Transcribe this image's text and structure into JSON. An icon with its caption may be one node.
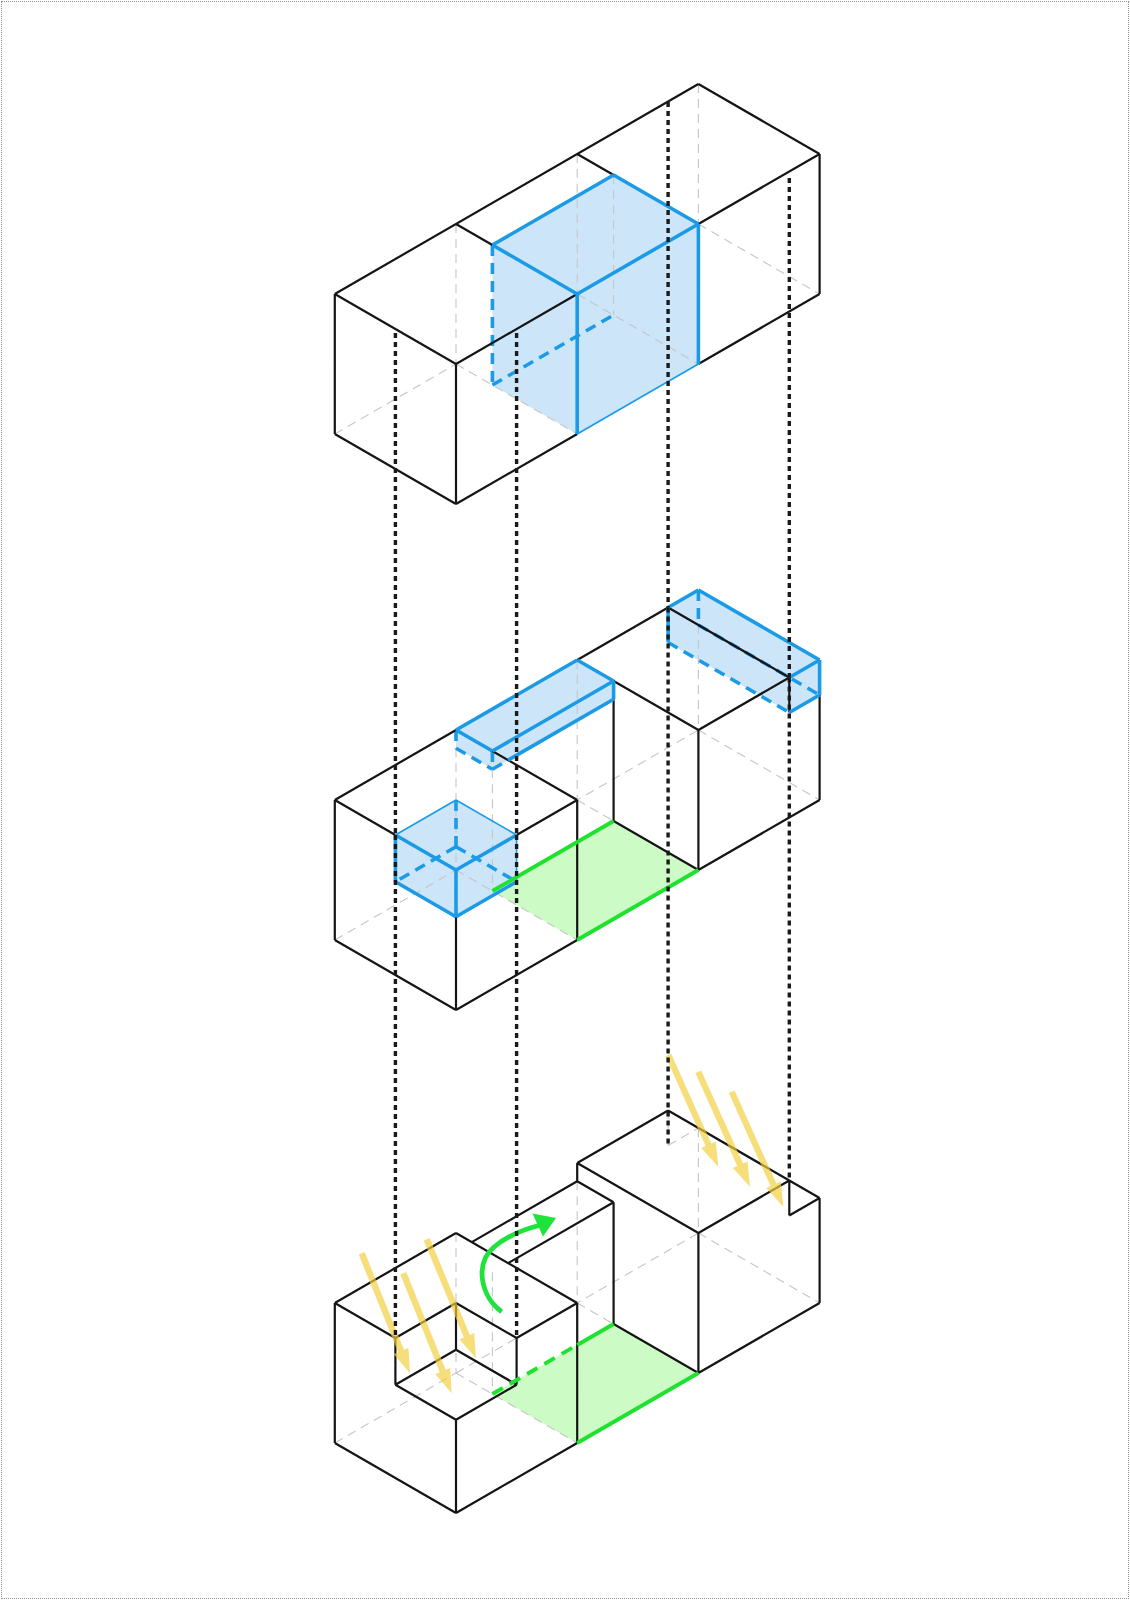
{
  "diagram": {
    "nodes": [
      {
        "text": [],
        "shape": "picture"
      },
      {
        "text": [],
        "shape": "picture"
      },
      {
        "text": [],
        "shape": "picture"
      }
    ],
    "edges": [
      {
        "from": 0,
        "to": 1,
        "arrow": "none",
        "style": "dashed"
      },
      {
        "from": 1,
        "to": 2,
        "arrow": "none",
        "style": "dashed"
      },
      {
        "from": 0,
        "to": 1,
        "arrow": "none",
        "style": "dashed"
      },
      {
        "from": 1,
        "to": 2,
        "arrow": "none",
        "style": "dashed"
      },
      {
        "from": 0,
        "to": 1,
        "arrow": "none",
        "style": "dashed"
      },
      {
        "from": 1,
        "to": 2,
        "arrow": "none",
        "style": "dashed"
      },
      {
        "from": 0,
        "to": 1,
        "arrow": "none",
        "style": "dashed"
      },
      {
        "from": 1,
        "to": 2,
        "arrow": "none",
        "style": "dashed"
      }
    ]
  }
}
